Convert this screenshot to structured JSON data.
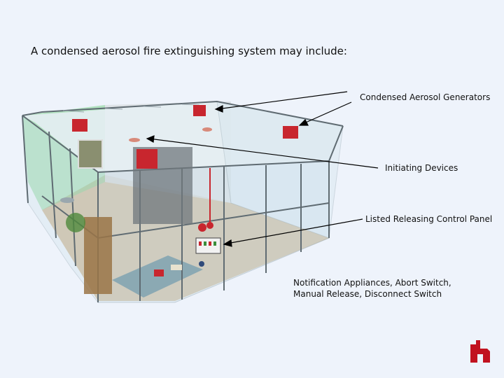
{
  "slide": {
    "heading": "A condensed aerosol fire extinguishing system may include:"
  },
  "callouts": [
    {
      "label": "Condensed Aerosol Generators"
    },
    {
      "label": "Initiating Devices"
    },
    {
      "label": "Listed Releasing Control Panel"
    },
    {
      "label_line1": "Notification Appliances, Abort Switch,",
      "label_line2": "Manual Release, Disconnect Switch"
    }
  ],
  "colors": {
    "background": "#eef3fb",
    "generator_red": "#c8262e",
    "glass": "#cfe2ec",
    "green_wall": "#7fd18e",
    "floor": "#c9b08a",
    "logo_red": "#c1121f"
  },
  "icons": [
    "room-illustration",
    "brand-logo"
  ]
}
